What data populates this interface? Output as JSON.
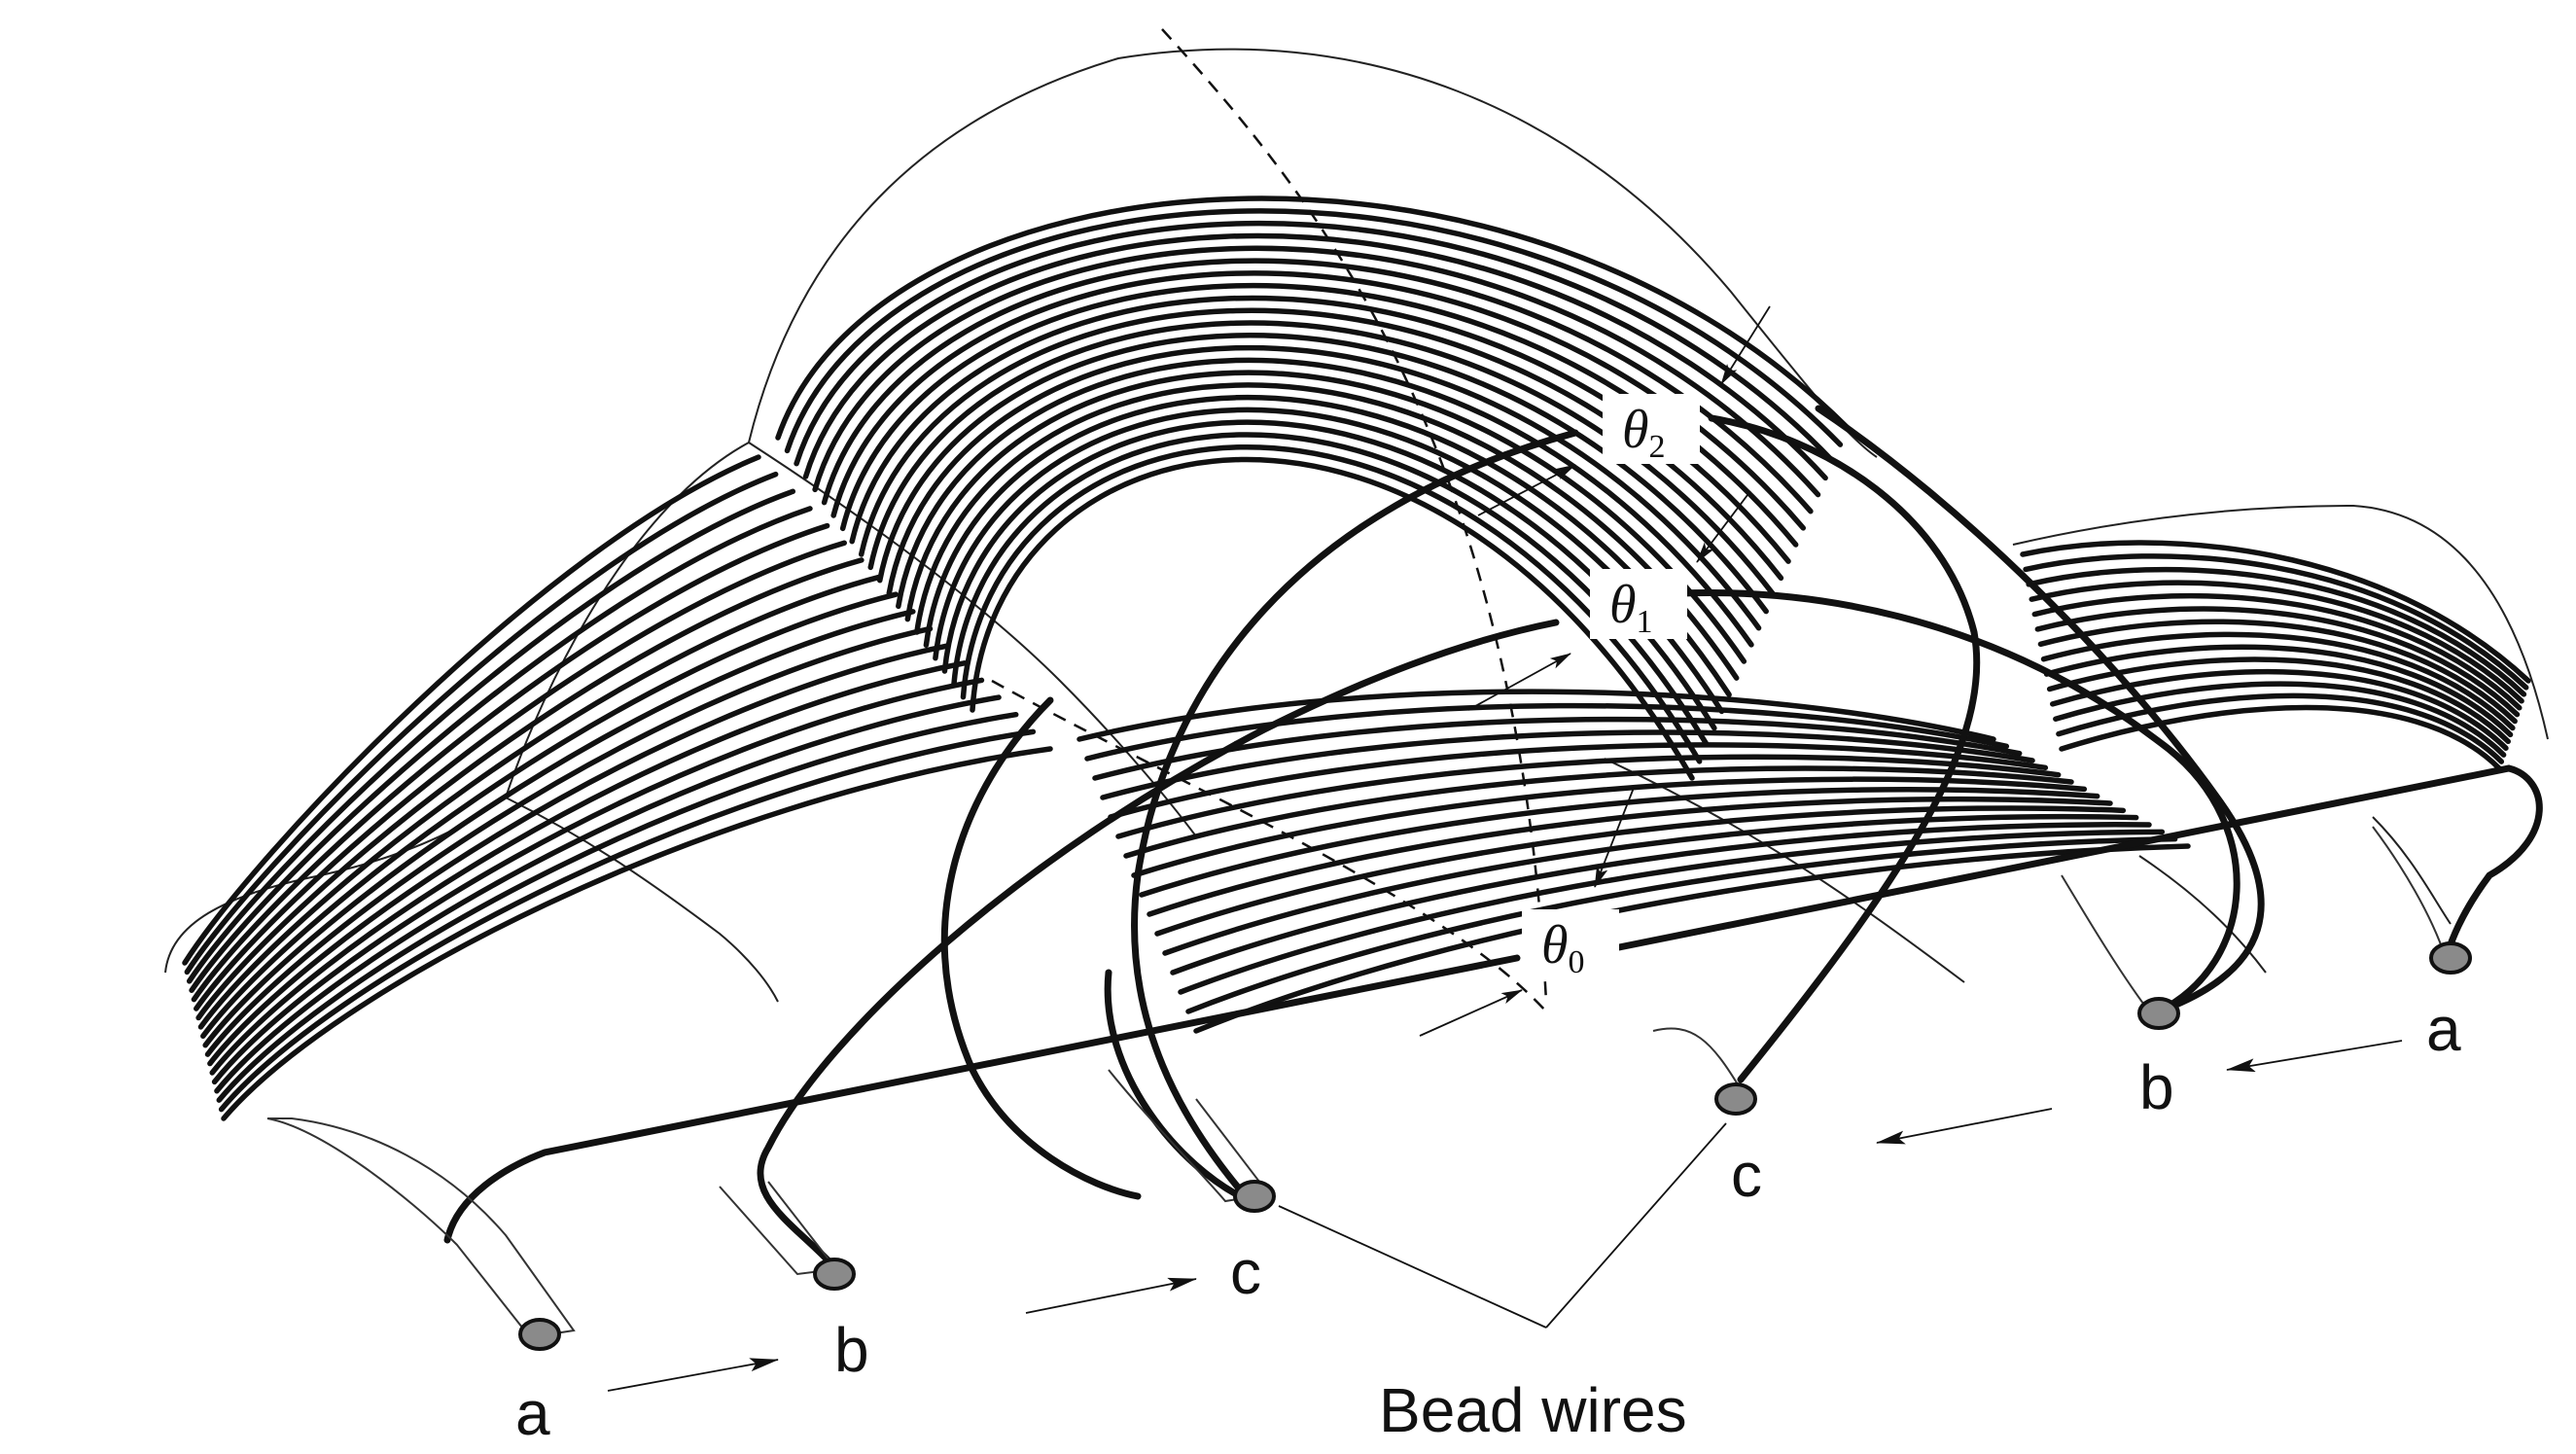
{
  "labels": {
    "bead_wires": "Bead wires",
    "a": "a",
    "b": "b",
    "c": "c"
  },
  "angles": {
    "theta0": {
      "symbol": "θ",
      "sub": "0"
    },
    "theta1": {
      "symbol": "θ",
      "sub": "1"
    },
    "theta2": {
      "symbol": "θ",
      "sub": "2"
    }
  },
  "colors": {
    "ink": "#111111",
    "bead": "#8a8a8a",
    "background": "#ffffff"
  }
}
